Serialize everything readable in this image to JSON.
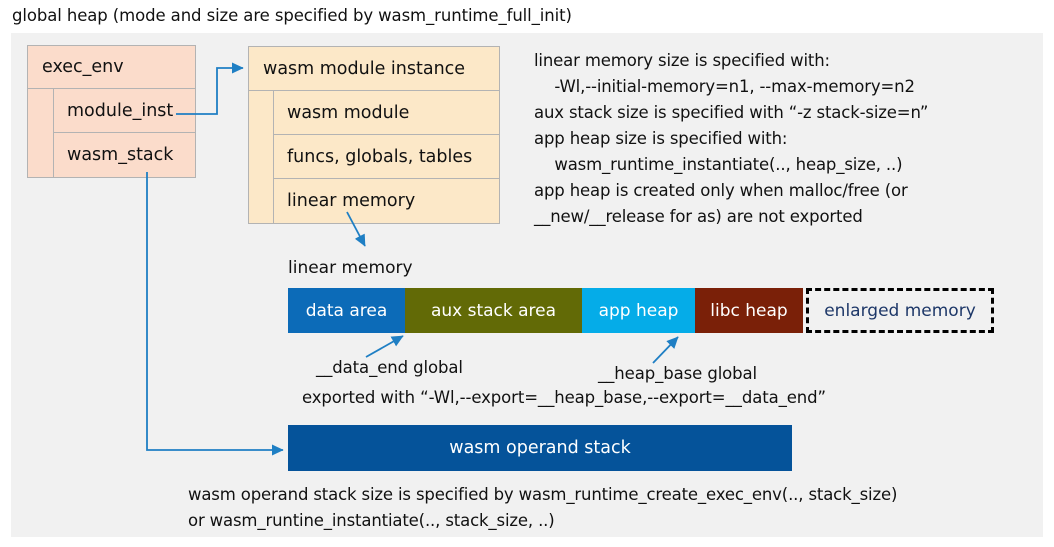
{
  "title": "global heap (mode and size are specified by wasm_runtime_full_init)",
  "canvas": {
    "background": "#f1f1f1"
  },
  "exec_env": {
    "header": "exec_env",
    "fill": "#fbdccb",
    "rows": [
      {
        "label": "module_inst"
      },
      {
        "label": "wasm_stack"
      }
    ]
  },
  "module_instance": {
    "header": "wasm module instance",
    "fill": "#fce8c8",
    "rows": [
      {
        "label": "wasm module"
      },
      {
        "label": "funcs, globals, tables"
      },
      {
        "label": "linear memory"
      }
    ]
  },
  "note": "linear memory size is specified with:\n    -Wl,--initial-memory=n1, --max-memory=n2\naux stack size is specified with “-z stack-size=n”\napp heap size is specified with:\n    wasm_runtime_instantiate(.., heap_size, ..)\napp heap is created only when malloc/free (or\n__new/__release for as) are not exported",
  "linear_memory": {
    "label": "linear memory",
    "segments": [
      {
        "label": "data area",
        "fill": "#0c6bb8",
        "text_color": "#ffffff",
        "width": 117,
        "dashed": false
      },
      {
        "label": "aux stack area",
        "fill": "#626a06",
        "text_color": "#ffffff",
        "width": 177,
        "dashed": false
      },
      {
        "label": "app heap",
        "fill": "#05ace8",
        "text_color": "#ffffff",
        "width": 113,
        "dashed": false
      },
      {
        "label": "libc heap",
        "fill": "#7a2008",
        "text_color": "#ffffff",
        "width": 108,
        "dashed": false
      },
      {
        "label": "enlarged memory",
        "fill": "#f1f1f1",
        "text_color": "#1d3768",
        "width": 188,
        "dashed": true
      }
    ]
  },
  "pointers": {
    "data_end": "__data_end global",
    "heap_base": "__heap_base global",
    "exported": "exported with “-Wl,--export=__heap_base,--export=__data_end”"
  },
  "operand_stack": {
    "label": "wasm operand stack",
    "fill": "#05539a",
    "text_color": "#ffffff"
  },
  "bottom_note": "wasm operand stack size is specified by wasm_runtime_create_exec_env(.., stack_size)\nor wasm_runtine_instantiate(.., stack_size, ..)",
  "colors": {
    "arrow": "#1f7fc4",
    "box_border": "#b3b3b3",
    "canvas": "#f1f1f1",
    "text": "#111111"
  }
}
